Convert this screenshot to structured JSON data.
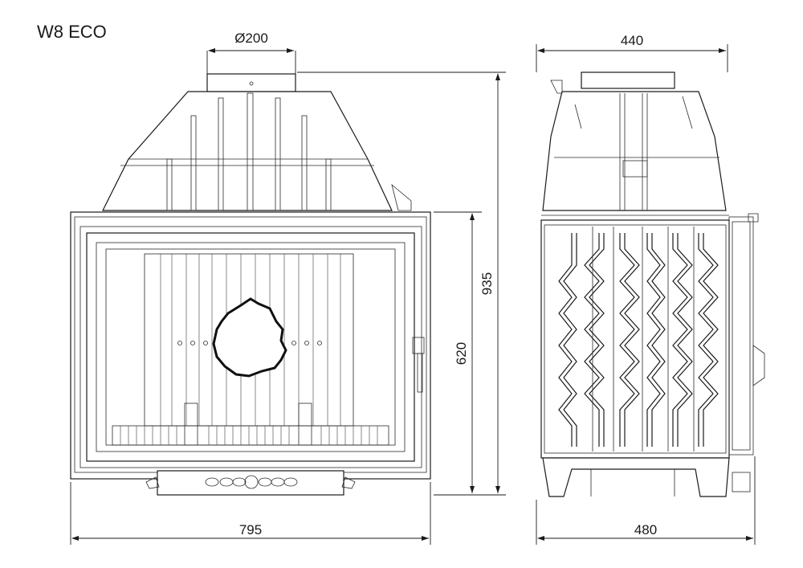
{
  "title": "W8 ECO",
  "front_view": {
    "flue_diameter": "Ø200",
    "width": "795",
    "height_total": "935",
    "height_body": "620"
  },
  "side_view": {
    "depth_top": "440",
    "depth_total": "480"
  }
}
